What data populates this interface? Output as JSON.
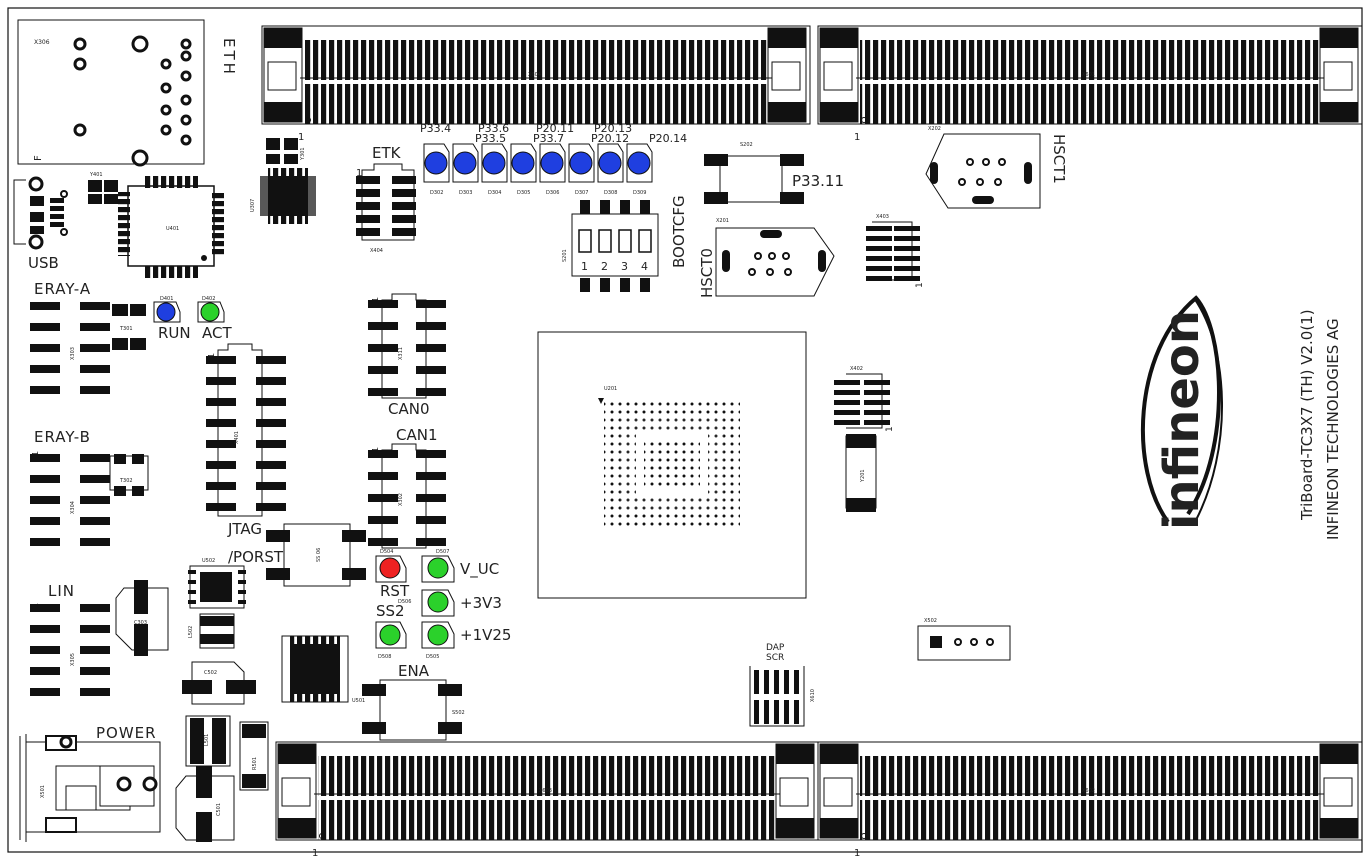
{
  "board": {
    "title": "TriBoard-TC3X7 (TH) V2.0(1)",
    "company": "INFINEON TECHNOLOGIES AG",
    "logo_text": "infineon"
  },
  "labels": {
    "eth": "ETH",
    "usb": "USB",
    "eray_a": "ERAY-A",
    "eray_b": "ERAY-B",
    "lin": "LIN",
    "power": "POWER",
    "etk": "ETK",
    "jtag": "JTAG",
    "can0": "CAN0",
    "can1": "CAN1",
    "porst": "/PORST",
    "rst": "RST",
    "ss2": "SS2",
    "ena": "ENA",
    "v_uc": "V_UC",
    "v3v3": "+3V3",
    "v1v25": "+1V25",
    "run": "RUN",
    "act": "ACT",
    "bootcfg": "BOOTCFG",
    "hscto": "HSCT0",
    "hsct1": "HSCT1",
    "p33_11": "P33.11",
    "dap_scr": "DAP\nSCR",
    "f": "F"
  },
  "port_leds": [
    {
      "label": "P33.4",
      "ref": "D302"
    },
    {
      "label": "P33.5",
      "ref": "D303"
    },
    {
      "label": "P33.6",
      "ref": "D304"
    },
    {
      "label": "P33.7",
      "ref": "D305"
    },
    {
      "label": "P20.11",
      "ref": "D306"
    },
    {
      "label": "P20.12",
      "ref": "D307"
    },
    {
      "label": "P20.13",
      "ref": "D308"
    },
    {
      "label": "P20.14",
      "ref": "D309"
    }
  ],
  "bootcfg_switches": [
    "1",
    "2",
    "3",
    "4"
  ],
  "refdes": {
    "x306": "X306",
    "x604": "X604",
    "x601": "X601",
    "x603": "X603",
    "x602": "X602",
    "x202": "X202",
    "x201": "X201",
    "x403": "X403",
    "x402": "X402",
    "x404": "X404",
    "x502": "X502",
    "x610": "X610",
    "x301": "X301",
    "x304": "X304",
    "x305": "X305",
    "x401": "X401",
    "x311": "X311",
    "x302": "X302",
    "x501": "X501",
    "x501b": "X501",
    "y301": "Y301",
    "y401": "Y401",
    "y201": "Y201",
    "u307": "U307",
    "u401": "U401",
    "u201": "U201",
    "u502": "U502",
    "u501": "U501",
    "l502": "L502",
    "l501": "L501",
    "c303": "C303",
    "c502": "C502",
    "c501": "C501",
    "r501": "R501",
    "t301": "T301",
    "t302": "T302",
    "s202": "S202",
    "s201": "S201",
    "s502": "S502",
    "ss06": "SS 06",
    "d401": "D401",
    "d402": "D402",
    "d504": "D504",
    "d507": "D507",
    "d506": "D506",
    "d508": "D508",
    "d505": "D505",
    "pin1": "1"
  },
  "colors": {
    "blue_led": "#1f3fe0",
    "green_led": "#2bd12b",
    "red_led": "#ee2222",
    "ink": "#111111"
  }
}
